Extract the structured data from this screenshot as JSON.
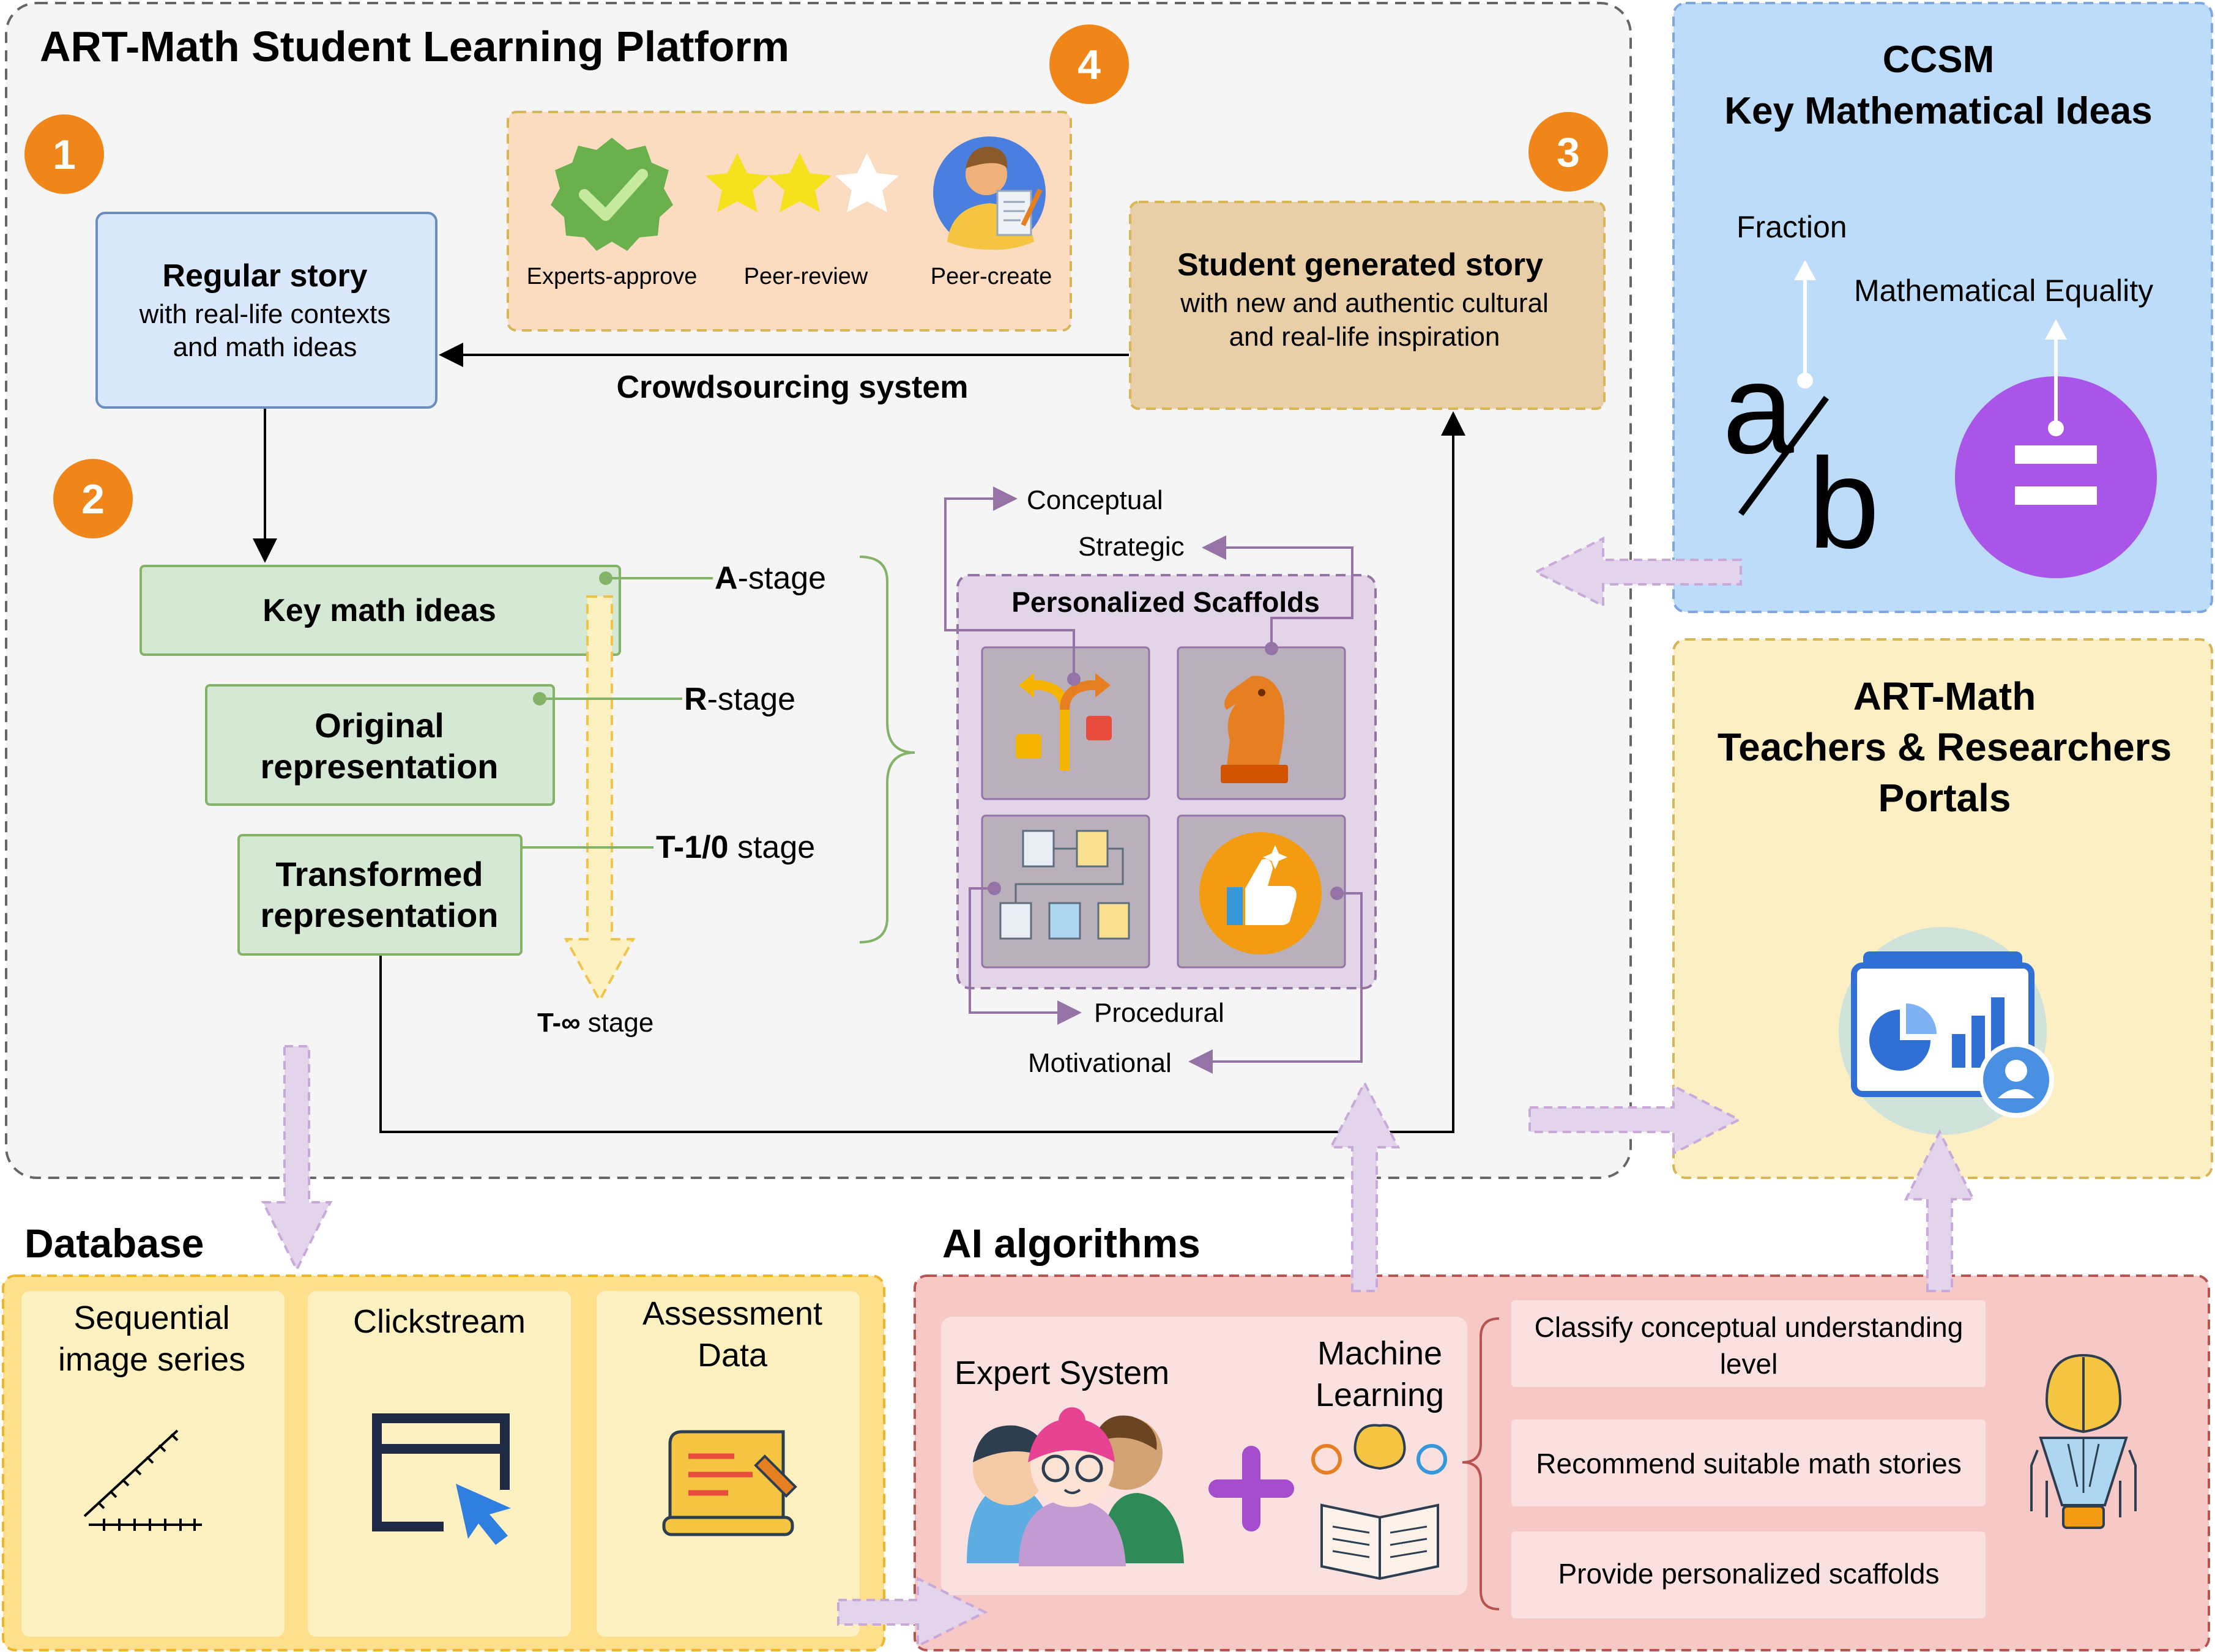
{
  "platform": {
    "title": "ART-Math Student Learning Platform",
    "badges": [
      "1",
      "2",
      "3",
      "4"
    ],
    "crowdsourcing_label": "Crowdsourcing system",
    "regular_story": {
      "title": "Regular story",
      "line1": "with real-life contexts",
      "line2": "and math ideas"
    },
    "student_story": {
      "title": "Student generated story",
      "line1": "with new and authentic cultural",
      "line2": "and real-life inspiration"
    },
    "review": {
      "experts": "Experts-approve",
      "peer_review": "Peer-review",
      "peer_create": "Peer-create",
      "stars_filled": 2,
      "stars_total": 3
    },
    "stages": {
      "key_math_ideas": "Key math ideas",
      "original_l1": "Original",
      "original_l2": "representation",
      "transformed_l1": "Transformed",
      "transformed_l2": "representation",
      "a_bold": "A",
      "a_rest": "-stage",
      "r_bold": "R",
      "r_rest": "-stage",
      "t_bold": "T-1/0",
      "t_rest": " stage",
      "tinf_bold": "T-∞",
      "tinf_rest": " stage"
    },
    "scaffolds": {
      "title": "Personalized Scaffolds",
      "conceptual": "Conceptual",
      "strategic": "Strategic",
      "procedural": "Procedural",
      "motivational": "Motivational"
    }
  },
  "ccsm": {
    "title_l1": "CCSM",
    "title_l2": "Key Mathematical Ideas",
    "fraction": "Fraction",
    "equality": "Mathematical Equality",
    "glyph_a": "a",
    "glyph_b": "b"
  },
  "portals": {
    "line1": "ART-Math",
    "line2": "Teachers & Researchers",
    "line3": "Portals"
  },
  "database": {
    "title": "Database",
    "sequential_l1": "Sequential",
    "sequential_l2": "image series",
    "clickstream": "Clickstream",
    "assessment_l1": "Assessment",
    "assessment_l2": "Data"
  },
  "ai": {
    "title": "AI algorithms",
    "expert_system": "Expert System",
    "ml_l1": "Machine",
    "ml_l2": "Learning",
    "out1_l1": "Classify conceptual understanding",
    "out1_l2": "level",
    "out2": "Recommend suitable math stories",
    "out3": "Provide personalized scaffolds"
  },
  "colors": {
    "orange_badge": "#f0861a",
    "blue_box": "#dae8fc",
    "green_box": "#d5e8d4",
    "purple_scaffold": "#e1d5e7",
    "tan_box": "#e8cfa8",
    "ccsm_bg": "#bcdcfa",
    "portal_bg": "#fcefc4",
    "db_bg": "#fddf8c",
    "ai_bg": "#f6c8c6",
    "flow_arrow": "#e2d4ea"
  }
}
